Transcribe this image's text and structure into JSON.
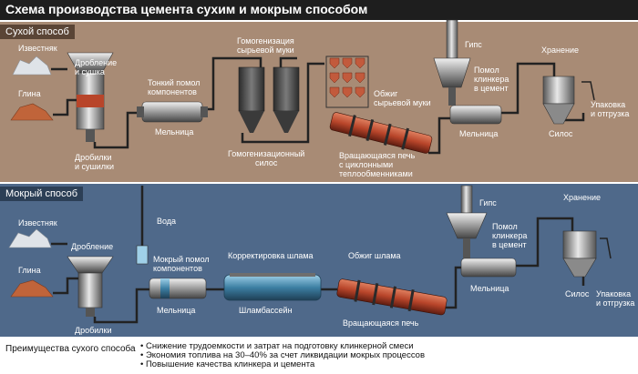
{
  "title": "Схема производства цемента сухим и мокрым способом",
  "dry": {
    "section_label": "Сухой способ",
    "limestone": "Известняк",
    "clay": "Глина",
    "crushing_drying": "Дробление\nи сушка",
    "crusher_dryer": "Дробилки\nи сушилки",
    "fine_grinding": "Тонкий помол\nкомпонентов",
    "mill1": "Мельница",
    "homogenization": "Гомогенизация\nсырьевой муки",
    "homog_silo": "Гомогенизационный\nсилос",
    "raw_meal_firing": "Обжиг\nсырьевой муки",
    "rotary_kiln": "Вращающаяся печь\nс циклонными\nтеплообменниками",
    "gypsum": "Гипс",
    "clinker_grinding": "Помол\nклинкера\nв цемент",
    "mill2": "Мельница",
    "storage": "Хранение",
    "silo": "Силос",
    "packing": "Упаковка\nи отгрузка"
  },
  "wet": {
    "section_label": "Мокрый способ",
    "limestone": "Известняк",
    "clay": "Глина",
    "crushing": "Дробление",
    "crushers": "Дробилки",
    "water": "Вода",
    "wet_grinding": "Мокрый помол\nкомпонентов",
    "mill1": "Мельница",
    "slurry_correction": "Корректировка шлама",
    "slurry_basin": "Шламбассейн",
    "slurry_firing": "Обжиг шлама",
    "rotary_kiln": "Вращающаяся печь",
    "gypsum": "Гипс",
    "clinker_grinding": "Помол\nклинкера\nв цемент",
    "mill2": "Мельница",
    "storage": "Хранение",
    "silo": "Силос",
    "packing": "Упаковка\nи отгрузка"
  },
  "footer": {
    "heading": "Преимущества сухого способа",
    "items": [
      "Снижение трудоемкости и затрат на подготовку клинкерной смеси",
      "Экономия топлива на 30–40% за счет ликвидации мокрых процессов",
      "Повышение качества клинкера и цемента"
    ]
  },
  "colors": {
    "dry_bg": "#a88b75",
    "wet_bg": "#4f698a",
    "title_bg": "#1e1e1e",
    "kiln_accent": "#b8452a"
  }
}
